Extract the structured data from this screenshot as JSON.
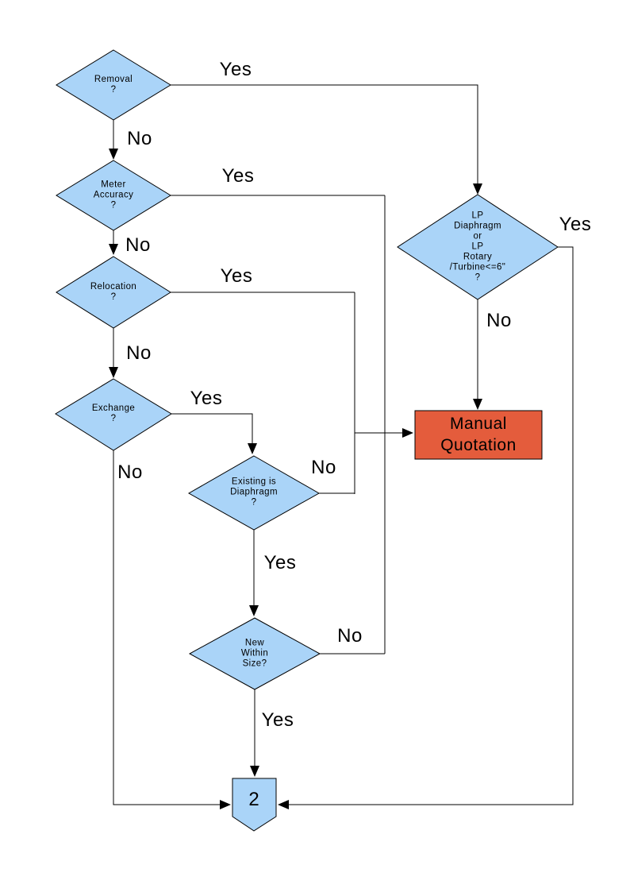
{
  "flowchart": {
    "colors": {
      "background": "#ffffff",
      "decision_fill": "#AAD4F8",
      "process_fill": "#E45C3C",
      "offpage_fill": "#AAD4F8",
      "stroke": "#000000",
      "line": "#000000",
      "text": "#000000"
    },
    "nodes": {
      "removal": {
        "type": "decision",
        "label": "Removal\n?"
      },
      "meter_accuracy": {
        "type": "decision",
        "label": "Meter\nAccuracy\n?"
      },
      "relocation": {
        "type": "decision",
        "label": "Relocation\n?"
      },
      "exchange": {
        "type": "decision",
        "label": "Exchange\n?"
      },
      "existing_is_diaphragm": {
        "type": "decision",
        "label": "Existing is\nDiaphragm\n?"
      },
      "new_within_size": {
        "type": "decision",
        "label": "New\nWithin\nSize?"
      },
      "lp_meter_type": {
        "type": "decision",
        "label": "LP\nDiaphragm\nor\nLP\nRotary\n/Turbine<=6\"\n?"
      },
      "manual_quotation": {
        "type": "process",
        "label": "Manual\nQuotation"
      },
      "offpage_connector": {
        "type": "offpage-connector",
        "label": "2"
      }
    },
    "edge_labels": {
      "removal_yes": "Yes",
      "removal_no": "No",
      "meter_accuracy_yes": "Yes",
      "meter_accuracy_no": "No",
      "relocation_yes": "Yes",
      "relocation_no": "No",
      "exchange_yes": "Yes",
      "exchange_no": "No",
      "existing_is_diaphragm_no": "No",
      "existing_is_diaphragm_yes": "Yes",
      "new_within_size_no": "No",
      "new_within_size_yes": "Yes",
      "lp_yes": "Yes",
      "lp_no": "No"
    }
  }
}
